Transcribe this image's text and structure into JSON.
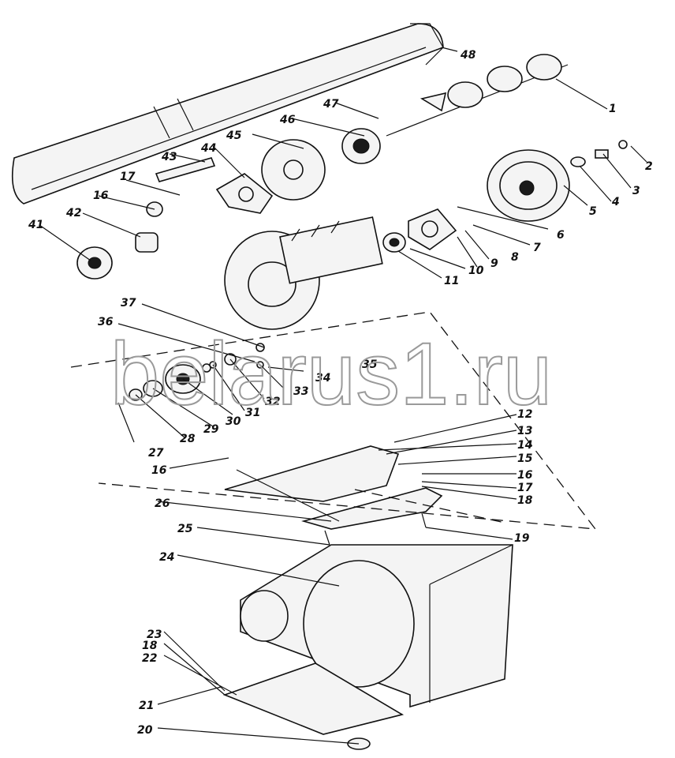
{
  "watermark": "belarus1.ru",
  "callouts": [
    "1",
    "2",
    "3",
    "4",
    "5",
    "6",
    "7",
    "8",
    "9",
    "10",
    "11",
    "12",
    "13",
    "14",
    "15",
    "16",
    "17",
    "18",
    "19",
    "20",
    "21",
    "22",
    "23",
    "24",
    "25",
    "26",
    "27",
    "16",
    "28",
    "29",
    "30",
    "31",
    "32",
    "33",
    "34",
    "35",
    "36",
    "37",
    "41",
    "42",
    "16",
    "17",
    "43",
    "44",
    "45",
    "46",
    "47",
    "48",
    "18"
  ]
}
